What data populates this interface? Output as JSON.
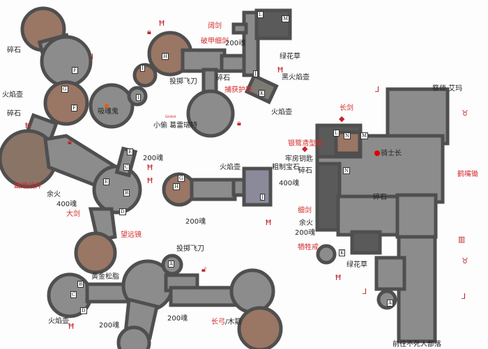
{
  "colors": {
    "wall": "#4f4f4f",
    "floor": "#8c8c8c",
    "earth": "#9a7664",
    "label_red": "#d42a2a",
    "label_black": "#222222",
    "marker": "#e00000"
  },
  "labels": {
    "rubble1": "碎石",
    "firebomb1": "火焰壶",
    "rubble2": "碎石",
    "abyss_axe": "幽邃战斧",
    "ember1": "余火",
    "souls400a": "400魂",
    "greatsword": "大剑",
    "telescope": "望远镜",
    "souls200a": "200魂",
    "soul_sucker": "吸魂鬼",
    "throwing_knife1": "投掷飞刀",
    "rubble3": "碎石",
    "capture_charm": "捕获护符",
    "estoc": "破甲细剑",
    "souls200b": "200魂",
    "broadsword": "阔剑",
    "moss1": "绿花草",
    "black_firebomb": "黑火焰壶",
    "firebomb2": "火焰壶",
    "thief_gravelord": "小偷  葛雷瑞特",
    "npc_name": "Grotol",
    "firebomb3": "火焰壶",
    "crude_gem": "粗制宝石",
    "souls400b": "400魂",
    "souls200c": "200魂",
    "cell_key": "牢房钥匙",
    "rubble4": "碎石",
    "silver_shield": "银鹭鸢型盾",
    "longsword": "长剑",
    "knight_captain": "骑士长",
    "pickaxe": "鹤嘴锄",
    "priest_emma": "祭师  艾玛",
    "rubble5": "碎石",
    "rapier": "细剑",
    "ember2": "余火",
    "souls200d": "200魂",
    "sacrifice_ring": "牺牲戒",
    "moss2": "绿花草",
    "to_undead_burg": "前往不死人部落",
    "throwing_knife2": "投掷飞刀",
    "gold_resin": "黄金松脂",
    "firebomb4": "火焰壶",
    "souls200e": "200魂",
    "souls200f": "200魂",
    "longbow": "长弓",
    "wooden_arrow": "/木箭"
  },
  "room_letters": [
    "F",
    "G",
    "F",
    "H",
    "I",
    "I",
    "L",
    "M",
    "J",
    "K",
    "E",
    "C",
    "E",
    "B",
    "D",
    "G",
    "H",
    "J",
    "A",
    "B",
    "C",
    "D",
    "L",
    "N",
    "M",
    "N",
    "K",
    "A"
  ],
  "icons": [
    "ladder-icon",
    "lock-icon",
    "bonfire-icon",
    "demon-icon",
    "gate-icon"
  ]
}
